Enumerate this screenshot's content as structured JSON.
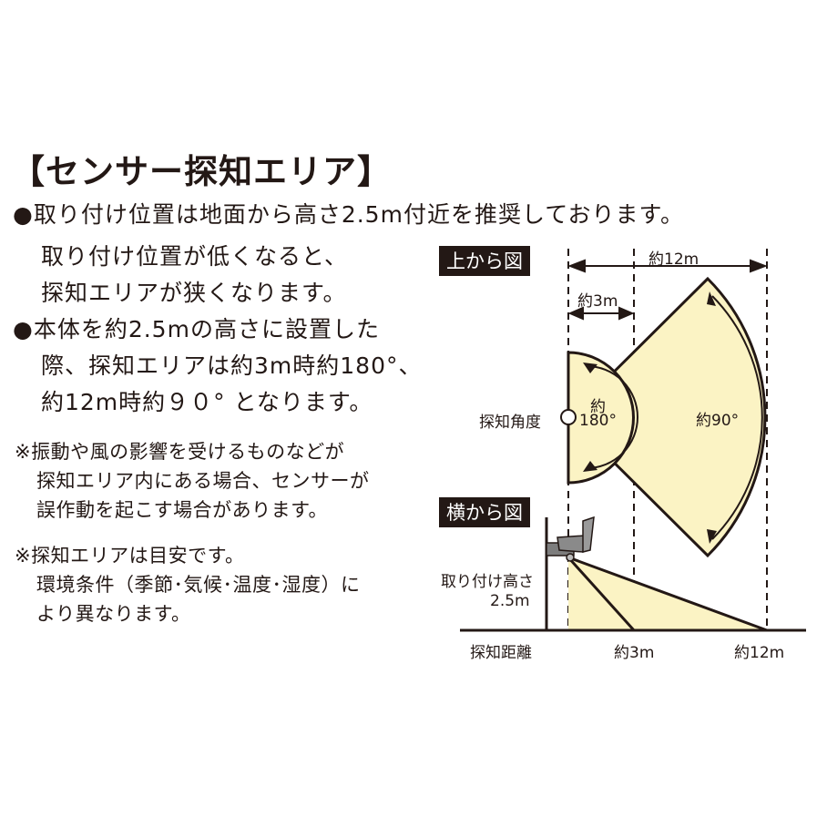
{
  "title": "【センサー探知エリア】",
  "bullets": [
    {
      "marker": "●",
      "lines": [
        "取り付け位置は地面から高さ2.5m付近を推奨しております。",
        "取り付け位置が低くなると、",
        "探知エリアが狭くなります。"
      ]
    },
    {
      "marker": "●",
      "lines": [
        "本体を約2.5mの高さに設置した",
        "際、探知エリアは約3m時約180°、",
        "約12m時約９０° となります。"
      ]
    }
  ],
  "notes": [
    {
      "marker": "※",
      "lines": [
        "振動や風の影響を受けるものなどが",
        "探知エリア内にある場合、センサーが",
        "誤作動を起こす場合があります。"
      ]
    },
    {
      "marker": "※",
      "lines": [
        "探知エリアは目安です。",
        "環境条件（季節･気候･温度･湿度）に",
        "より異なります。"
      ]
    }
  ],
  "top_view": {
    "label": "上から図",
    "dim_12m": "約12m",
    "dim_3m": "約3m",
    "angle_label": "探知角度",
    "angle_180_top": "約",
    "angle_180_bottom": "180°",
    "angle_90": "約90°"
  },
  "side_view": {
    "label": "横から図",
    "height_label_1": "取り付け高さ",
    "height_label_2": "2.5m",
    "distance_label": "探知距離",
    "tick_3m": "約3m",
    "tick_12m": "約12m"
  },
  "colors": {
    "fill": "#fbf3c4",
    "stroke": "#231815",
    "device": "#7d7d7d"
  }
}
